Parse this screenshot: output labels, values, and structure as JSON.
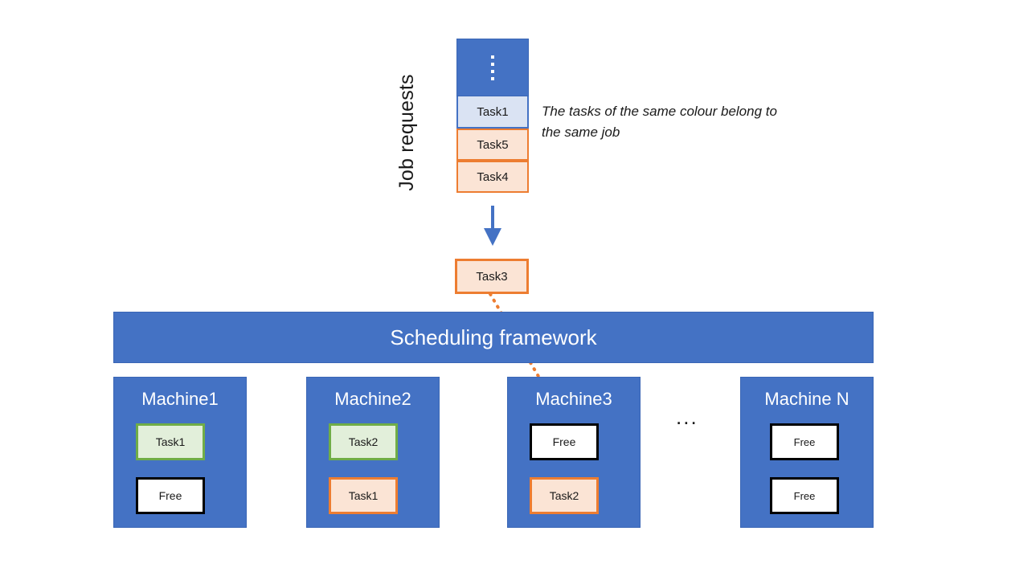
{
  "diagram": {
    "queue": {
      "label": "Job requests",
      "header_dots_count": 4,
      "cells": [
        {
          "label": "Task1",
          "fill": "#DAE3F3",
          "border": "#4472C4",
          "job_colour": "blue"
        },
        {
          "label": "Task5",
          "fill": "#FBE4D5",
          "border": "#ED7D31",
          "job_colour": "orange"
        },
        {
          "label": "Task4",
          "fill": "#FBE4D5",
          "border": "#ED7D31",
          "job_colour": "orange"
        }
      ]
    },
    "note": "The tasks of the same colour belong to the same job",
    "dispatched_task": {
      "label": "Task3",
      "fill": "#FBE4D5",
      "border": "#ED7D31"
    },
    "framework": {
      "label": "Scheduling framework",
      "fill": "#4472C4",
      "text_colour": "#FFFFFF"
    },
    "machines_ellipsis": "...",
    "machines": [
      {
        "title": "Machine1",
        "slots": [
          {
            "label": "Task1",
            "state": "occupied",
            "fill": "#E2EFDA",
            "border": "#70AD47"
          },
          {
            "label": "Free",
            "state": "free",
            "fill": "#FFFFFF",
            "border": "#000000"
          }
        ]
      },
      {
        "title": "Machine2",
        "slots": [
          {
            "label": "Task2",
            "state": "occupied",
            "fill": "#E2EFDA",
            "border": "#70AD47"
          },
          {
            "label": "Task1",
            "state": "occupied",
            "fill": "#FBE4D5",
            "border": "#ED7D31"
          }
        ]
      },
      {
        "title": "Machine3",
        "slots": [
          {
            "label": "Free",
            "state": "free",
            "fill": "#FFFFFF",
            "border": "#000000"
          },
          {
            "label": "Task2",
            "state": "occupied",
            "fill": "#FBE4D5",
            "border": "#ED7D31"
          }
        ]
      },
      {
        "title": "Machine N",
        "slots": [
          {
            "label": "Free",
            "state": "free",
            "fill": "#FFFFFF",
            "border": "#000000"
          },
          {
            "label": "Free",
            "state": "free",
            "fill": "#FFFFFF",
            "border": "#000000"
          }
        ]
      }
    ],
    "colors": {
      "blue": "#4472C4",
      "light_blue": "#DAE3F3",
      "orange": "#ED7D31",
      "peach": "#FBE4D5",
      "green": "#70AD47",
      "light_green": "#E2EFDA",
      "white": "#FFFFFF",
      "black": "#000000"
    }
  }
}
